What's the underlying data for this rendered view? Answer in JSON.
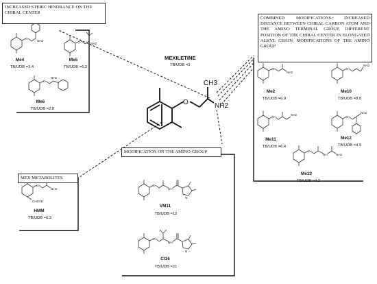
{
  "center": {
    "title": "MEXILETINE",
    "ratio": "TB/UDB =3",
    "atom_ch3": "CH3",
    "atom_o": "O",
    "atom_nh2": "NH2"
  },
  "boxes": {
    "steric": "INCREASED STERIC HINDRANCE ON THE CHIRAL CENTER",
    "combined": "COMBINED MODIFICATIONS: INCREASED DISTANCE BETWEEN CHIRAL CARBON ATOM AND THE AMINO TERMINAL GROUP, DIFFERENT POSITION OF THE CHIRAL CENTER IN ELONGATED ALKYL CHAIN, MODIFICATIONS OF THE AMINO GROUP",
    "amino": "MODIFICATION ON THE AMINO-GROUP",
    "metabolites": "MEX METABOLITES"
  },
  "compounds": {
    "me4": {
      "name": "Me4",
      "ratio": "TB/UDB =3.4"
    },
    "me5": {
      "name": "Me5",
      "ratio": "TB/UDB =6.2"
    },
    "me6": {
      "name": "Me6",
      "ratio": "TB/UDB =2.8"
    },
    "me2": {
      "name": "Me2",
      "ratio": "TB/UDB =6.9"
    },
    "me10": {
      "name": "Me10",
      "ratio": "TB/UDB =8.8"
    },
    "me11": {
      "name": "Me11",
      "ratio": "TB/UDB =6.4"
    },
    "me12": {
      "name": "Me12",
      "ratio": "TB/UDB =4.9"
    },
    "me13": {
      "name": "Me13",
      "ratio": "TB/UDB =4.2"
    },
    "vm11": {
      "name": "VM11",
      "ratio": "TB/UDB =12"
    },
    "ci16": {
      "name": "CI16",
      "ratio": "TB/UDB =21"
    },
    "hmm": {
      "name": "HMM",
      "ratio": "TB/UDB =6.3"
    }
  },
  "atoms": {
    "nh2": "NH2",
    "nh": "NH",
    "o": "O",
    "n": "N",
    "ch2oh": "CH2OH"
  }
}
